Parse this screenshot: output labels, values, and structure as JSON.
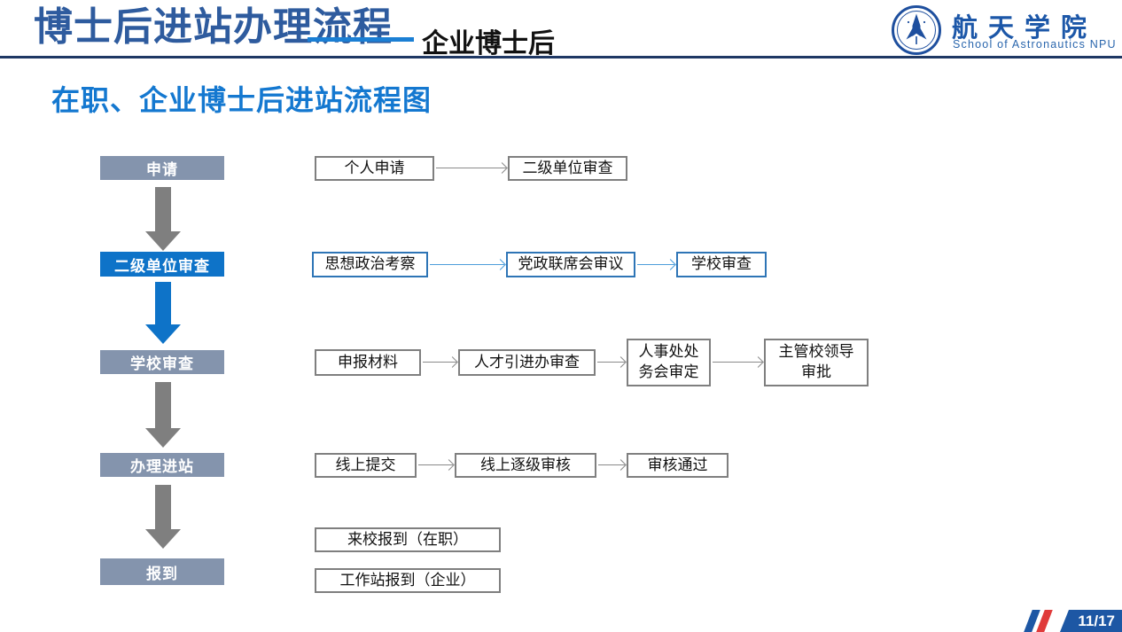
{
  "header": {
    "title": "博士后进站办理流程",
    "title_suffix": "企业博士后",
    "logo": {
      "name_cn": "航天学院",
      "name_en": "School of Astronautics NPU",
      "emblem_icon": "rocket-school-emblem"
    }
  },
  "page_heading": "在职、企业博士后进站流程图",
  "flow": {
    "stages": [
      {
        "label": "申请",
        "variant": "gray"
      },
      {
        "label": "二级单位审查",
        "variant": "blue"
      },
      {
        "label": "学校审查",
        "variant": "gray"
      },
      {
        "label": "办理进站",
        "variant": "gray"
      },
      {
        "label": "报到",
        "variant": "gray"
      }
    ],
    "rows": [
      {
        "steps": [
          "个人申请",
          "二级单位审查"
        ],
        "style": "gray"
      },
      {
        "steps": [
          "思想政治考察",
          "党政联席会审议",
          "学校审查"
        ],
        "style": "blue"
      },
      {
        "steps": [
          "申报材料",
          "人才引进办审查",
          "人事处处\n务会审定",
          "主管校领导\n审批"
        ],
        "style": "gray"
      },
      {
        "steps": [
          "线上提交",
          "线上逐级审核",
          "审核通过"
        ],
        "style": "gray"
      },
      {
        "steps": [
          "来校报到（在职）"
        ],
        "style": "gray"
      },
      {
        "steps": [
          "工作站报到（企业）"
        ],
        "style": "gray"
      }
    ]
  },
  "footer": {
    "page_number": "11/17"
  },
  "colors": {
    "title_blue": "#2e5b9e",
    "accent_blue": "#1478d0",
    "navy_rule": "#1f3864",
    "stage_gray": "#8494ad",
    "stage_active_blue": "#0e73c8",
    "flow_border_gray": "#7f7f7f",
    "flow_border_blue": "#2e75b6",
    "arrow_gray": "#8a8a8a",
    "arrow_blue": "#4e9edb",
    "footer_blue": "#1d57a4",
    "footer_red": "#e03b3b"
  }
}
